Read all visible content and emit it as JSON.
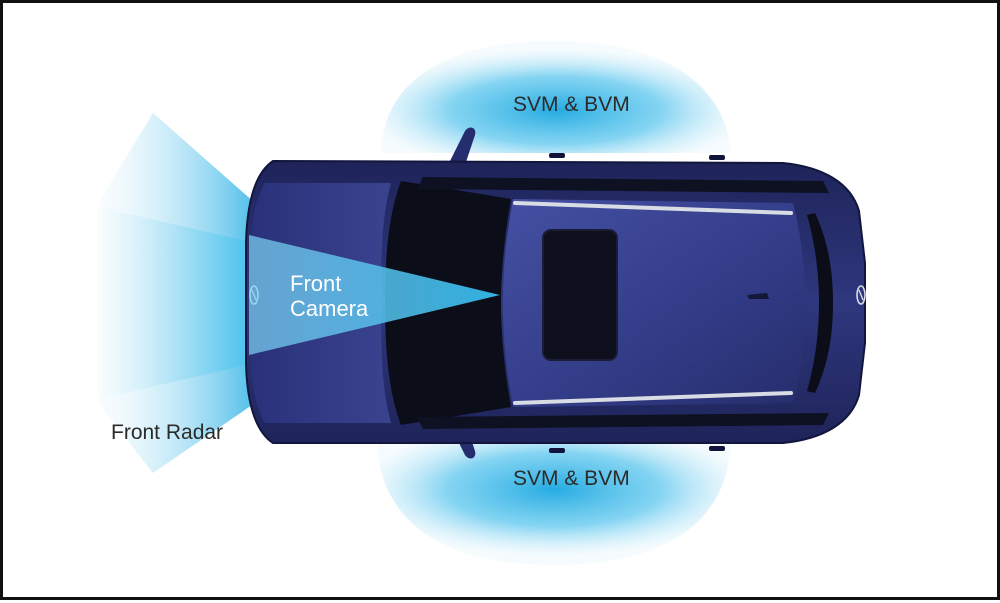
{
  "labels": {
    "svm_top": "SVM & BVM",
    "svm_bottom": "SVM & BVM",
    "front_radar": "Front Radar",
    "front_camera_line1": "Front",
    "front_camera_line2": "Camera"
  },
  "colors": {
    "coverage": "#29b6e6",
    "car_body": "#262d6e",
    "car_roof": "#3b4491",
    "glass": "#0b0d18",
    "rail": "#d8dce4",
    "text": "#2b2b2b",
    "frame": "#111111"
  },
  "icons": [
    "brand-logo-icon"
  ]
}
